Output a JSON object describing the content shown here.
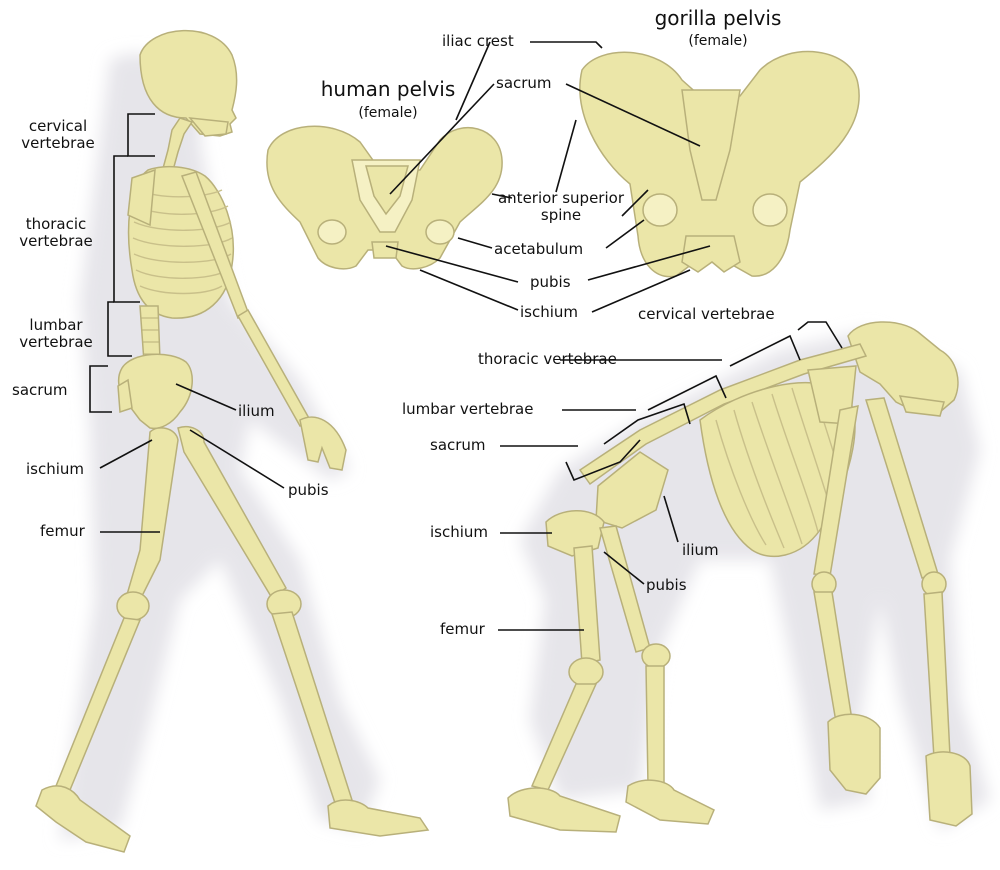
{
  "colors": {
    "bone": "#ebe6a8",
    "bone_edge": "#b8b07a",
    "shadow": "#e4e3e7",
    "line": "#111111",
    "text": "#111111"
  },
  "human_pelvis": {
    "title": "human pelvis",
    "subtitle": "(female)"
  },
  "gorilla_pelvis": {
    "title": "gorilla pelvis",
    "subtitle": "(female)"
  },
  "pelvis_labels": {
    "iliac_crest": "iliac crest",
    "sacrum": "sacrum",
    "anterior_superior_spine": "anterior superior spine",
    "acetabulum": "acetabulum",
    "pubis": "pubis",
    "ischium": "ischium"
  },
  "human_labels": {
    "cervical_vertebrae": "cervical vertebrae",
    "thoracic_vertebrae": "thoracic vertebrae",
    "lumbar_vertebrae": "lumbar vertebrae",
    "sacrum": "sacrum",
    "ilium": "ilium",
    "ischium": "ischium",
    "pubis": "pubis",
    "femur": "femur"
  },
  "gorilla_labels": {
    "cervical_vertebrae": "cervical vertebrae",
    "thoracic_vertebrae": "thoracic vertebrae",
    "lumbar_vertebrae": "lumbar vertebrae",
    "sacrum": "sacrum",
    "ischium": "ischium",
    "ilium": "ilium",
    "pubis": "pubis",
    "femur": "femur"
  }
}
